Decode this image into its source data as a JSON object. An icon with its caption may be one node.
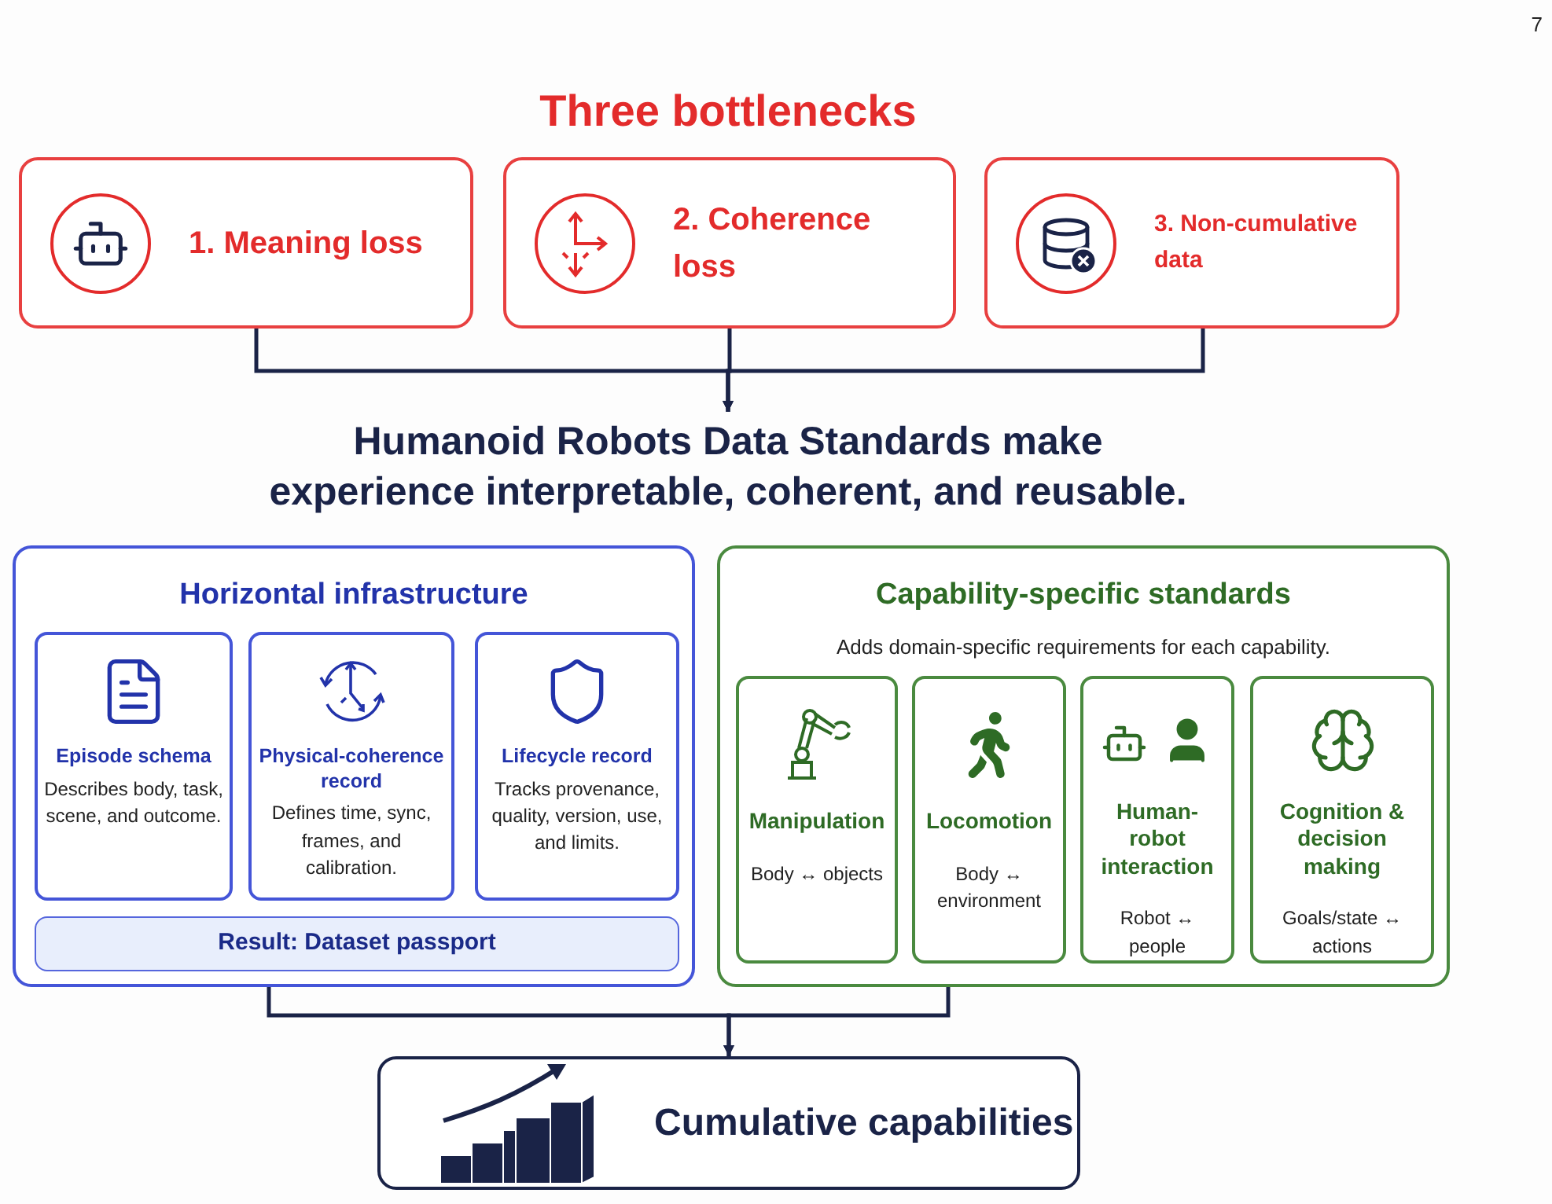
{
  "diagram": {
    "title": "Three bottlenecks",
    "nodes": [
      {
        "text": [
          "1. Meaning loss"
        ]
      },
      {
        "text": [
          "2. Coherence loss"
        ]
      },
      {
        "text": [
          "3. Non-cumulative data"
        ]
      },
      {
        "text": [
          "Humanoid Robots Data Standards make experience interpretable, coherent, and reusable."
        ]
      },
      {
        "text": [
          "Horizontal infrastructure"
        ]
      },
      {
        "text": [
          "Episode schema",
          "Describes body, task, scene, and outcome."
        ],
        "in": 4
      },
      {
        "text": [
          "Physical-coherence record",
          "Defines time, sync, frames, and calibration."
        ],
        "in": 4
      },
      {
        "text": [
          "Lifecycle record",
          "Tracks provenance, quality, version, use, and limits."
        ],
        "in": 4
      },
      {
        "text": [
          "Result: Dataset passport"
        ],
        "in": 4
      },
      {
        "text": [
          "Capability-specific standards",
          "Adds domain-specific requirements for each capability."
        ]
      },
      {
        "text": [
          "Manipulation",
          "Body ↔ objects"
        ],
        "in": 9
      },
      {
        "text": [
          "Locomotion",
          "Body ↔ environment"
        ],
        "in": 9
      },
      {
        "text": [
          "Human-robot interaction",
          "Robot ↔ people"
        ],
        "in": 9
      },
      {
        "text": [
          "Cognition & decision making",
          "Goals/state ↔ actions"
        ],
        "in": 9
      },
      {
        "text": [
          "Cumulative capabilities"
        ]
      }
    ],
    "edges": [
      {
        "from": 0,
        "to": 3,
        "arrow": "to"
      },
      {
        "from": 1,
        "to": 3,
        "arrow": "to"
      },
      {
        "from": 2,
        "to": 3,
        "arrow": "to"
      },
      {
        "from": 4,
        "to": 14,
        "arrow": "to"
      },
      {
        "from": 9,
        "to": 14,
        "arrow": "to"
      }
    ],
    "labels": [
      "7"
    ]
  }
}
